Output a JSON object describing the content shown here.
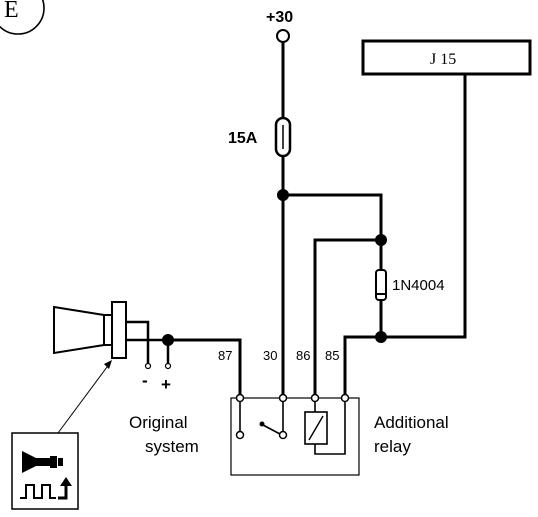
{
  "corner_label": "E",
  "supply": {
    "label": "+30"
  },
  "fuse": {
    "label": "15A"
  },
  "ignition_box": {
    "label": "J 15"
  },
  "diode": {
    "label": "1N4004"
  },
  "relay_pins": {
    "p87": "87",
    "p30": "30",
    "p86": "86",
    "p85": "85"
  },
  "horn_terminals": {
    "minus": "-",
    "plus": "+"
  },
  "original_system": {
    "line1": "Original",
    "line2": "system"
  },
  "additional_relay": {
    "line1": "Additional",
    "line2": "relay"
  },
  "colors": {
    "line": "#000000",
    "background": "#ffffff"
  }
}
